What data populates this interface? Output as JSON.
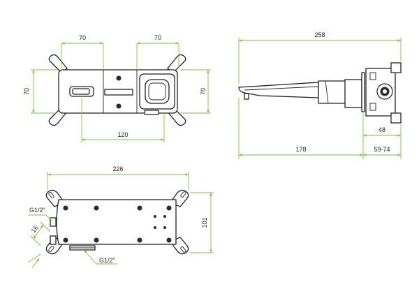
{
  "dimensions": {
    "top_view": {
      "width_left": "70",
      "width_right": "70",
      "height_left": "70",
      "height_right": "70",
      "center_distance": "120"
    },
    "side_view": {
      "total_length": "258",
      "spout_length": "178",
      "body_width": "48",
      "wall_depth_range": "59-74"
    },
    "plate_view": {
      "plate_width": "226",
      "plate_height": "101",
      "thread_top": "G1/2\"",
      "thread_bottom": "G1/2\"",
      "offset_small": "16"
    }
  },
  "colors": {
    "dimension_line": "#7cc242",
    "outline": "#222222",
    "text": "#222222"
  }
}
